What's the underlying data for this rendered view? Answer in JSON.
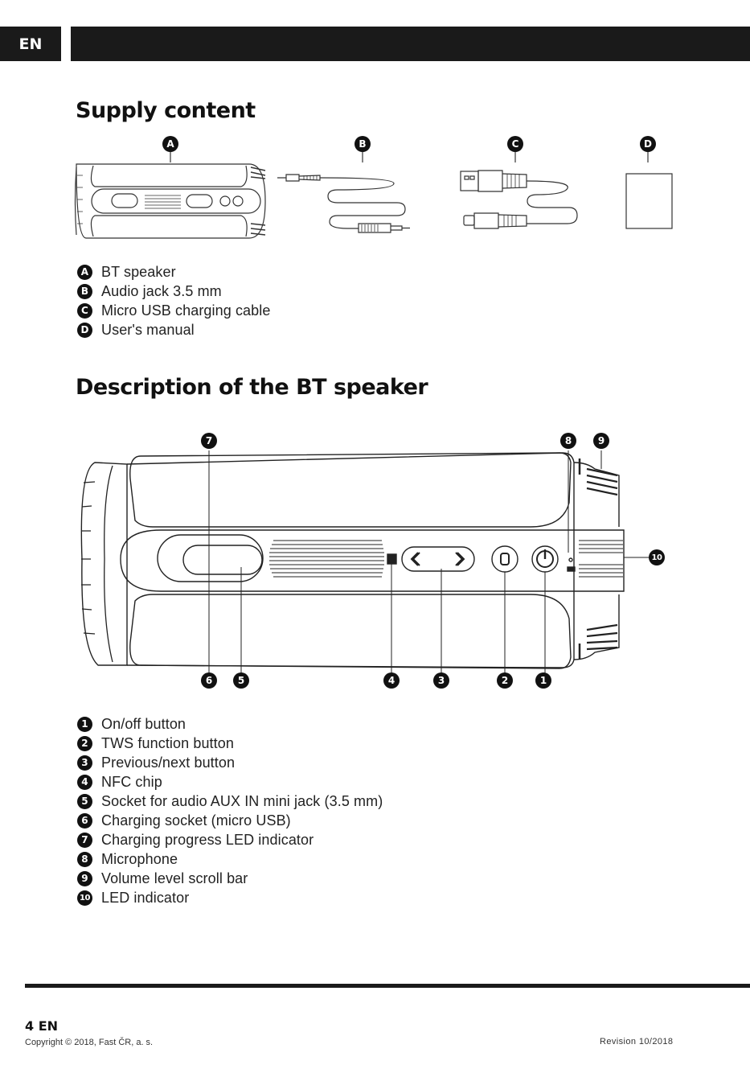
{
  "header": {
    "lang": "EN"
  },
  "supply": {
    "title": "Supply content",
    "callouts": [
      "A",
      "B",
      "C",
      "D"
    ],
    "items": [
      {
        "key": "A",
        "label": "BT speaker"
      },
      {
        "key": "B",
        "label": "Audio jack 3.5 mm"
      },
      {
        "key": "C",
        "label": "Micro USB charging cable"
      },
      {
        "key": "D",
        "label": "User's manual"
      }
    ]
  },
  "description": {
    "title": "Description of the BT speaker",
    "callouts": [
      "1",
      "2",
      "3",
      "4",
      "5",
      "6",
      "7",
      "8",
      "9",
      "10"
    ],
    "items": [
      {
        "key": "1",
        "label": "On/off button"
      },
      {
        "key": "2",
        "label": "TWS function button"
      },
      {
        "key": "3",
        "label": "Previous/next button"
      },
      {
        "key": "4",
        "label": "NFC chip"
      },
      {
        "key": "5",
        "label": "Socket for audio AUX IN mini jack (3.5 mm)"
      },
      {
        "key": "6",
        "label": "Charging socket (micro USB)"
      },
      {
        "key": "7",
        "label": "Charging progress LED indicator"
      },
      {
        "key": "8",
        "label": "Microphone"
      },
      {
        "key": "9",
        "label": "Volume level scroll bar"
      },
      {
        "key": "10",
        "label": "LED indicator"
      }
    ]
  },
  "footer": {
    "page": "4 EN",
    "copyright": "Copyright © 2018, Fast ČR, a. s.",
    "revision": "Revision 10/2018"
  }
}
